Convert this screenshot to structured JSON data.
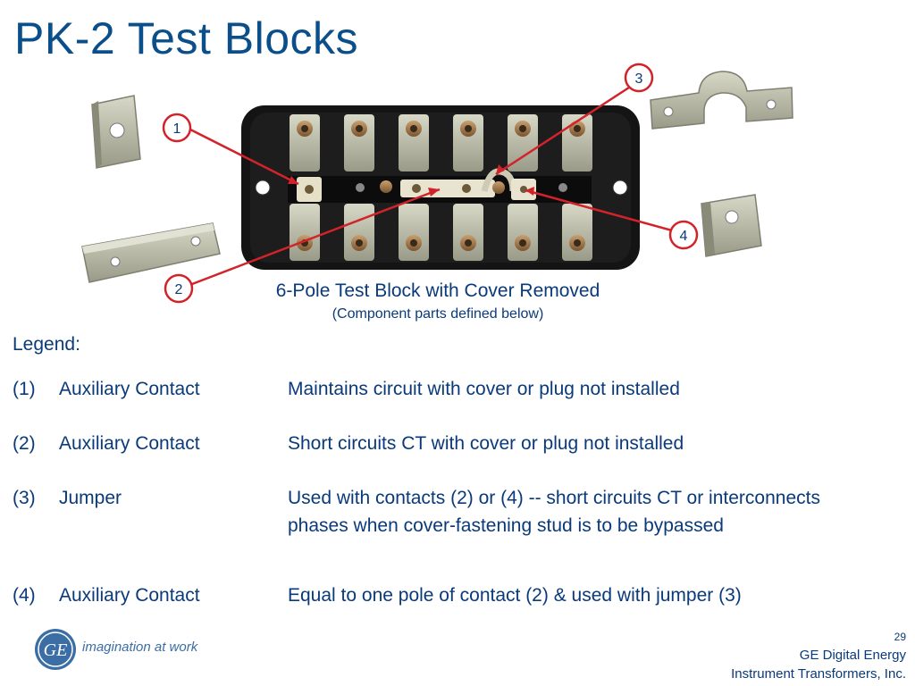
{
  "title": "PK-2 Test Blocks",
  "caption": {
    "main": "6-Pole Test Block with Cover Removed",
    "sub": "(Component parts defined below)"
  },
  "callouts": [
    "1",
    "2",
    "3",
    "4"
  ],
  "legend": {
    "title": "Legend:",
    "rows": [
      {
        "num": "(1)",
        "name": "Auxiliary Contact",
        "desc": "Maintains circuit with cover or plug not installed"
      },
      {
        "num": "(2)",
        "name": "Auxiliary Contact",
        "desc": "Short circuits CT with cover or plug not installed"
      },
      {
        "num": "(3)",
        "name": "Jumper",
        "desc": "Used with contacts (2) or (4) -- short circuits CT or interconnects phases when cover-fastening stud is to be bypassed"
      },
      {
        "num": "(4)",
        "name": "Auxiliary Contact",
        "desc": "Equal to one pole of contact (2) & used with jumper (3)"
      }
    ]
  },
  "footer": {
    "page": "29",
    "company_line1": "GE Digital Energy",
    "company_line2": "Instrument Transformers, Inc.",
    "tagline": "imagination at work",
    "logo_text": "GE",
    "logo_icon": "ge-monogram-icon"
  },
  "colors": {
    "title": "#0b4f8a",
    "text": "#0a3a7a",
    "callout_red": "#d2232a",
    "block_black": "#141414",
    "metal": "#b9b9a8"
  }
}
